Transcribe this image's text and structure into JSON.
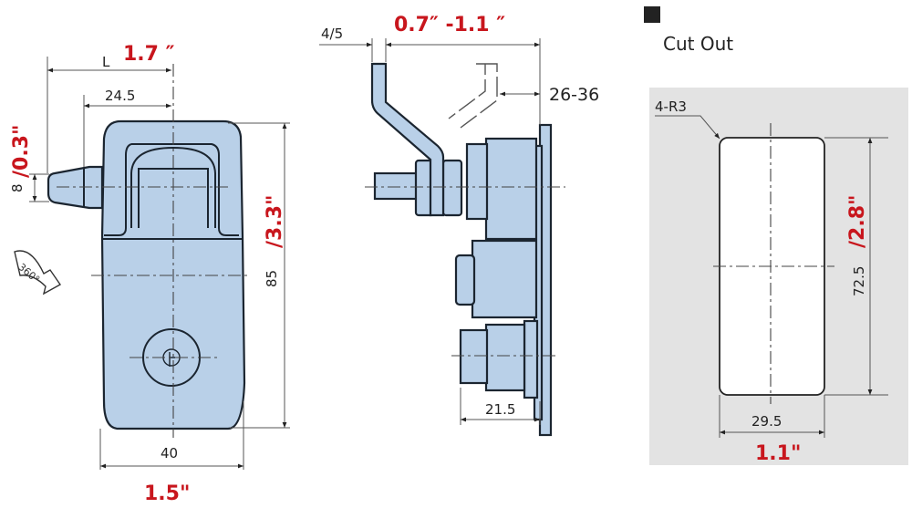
{
  "front_view": {
    "dim_L_label": "L",
    "dim_L_inch": "1.7  ″",
    "dim_inner_width": "24.5",
    "dim_tongue_height": "8",
    "dim_tongue_inch": "/0.3\"",
    "dim_height": "85",
    "dim_height_inch": "/3.3\"",
    "dim_width": "40",
    "dim_width_inch": "1.5\"",
    "rotation_label": "360°"
  },
  "side_view": {
    "dim_thickness": "4/5",
    "dim_range_inch": "0.7″  -1.1  ″",
    "dim_range": "26-36",
    "dim_depth": "21.5"
  },
  "cut_out": {
    "title": "Cut Out",
    "corner_radius": "4-R3",
    "dim_height": "72.5",
    "dim_height_inch": "/2.8\"",
    "dim_width": "29.5",
    "dim_width_inch": "1.1\""
  },
  "colors": {
    "part_fill": "#b9d0e8",
    "inch_label": "#c8161d",
    "cutout_panel": "#e3e3e3"
  }
}
